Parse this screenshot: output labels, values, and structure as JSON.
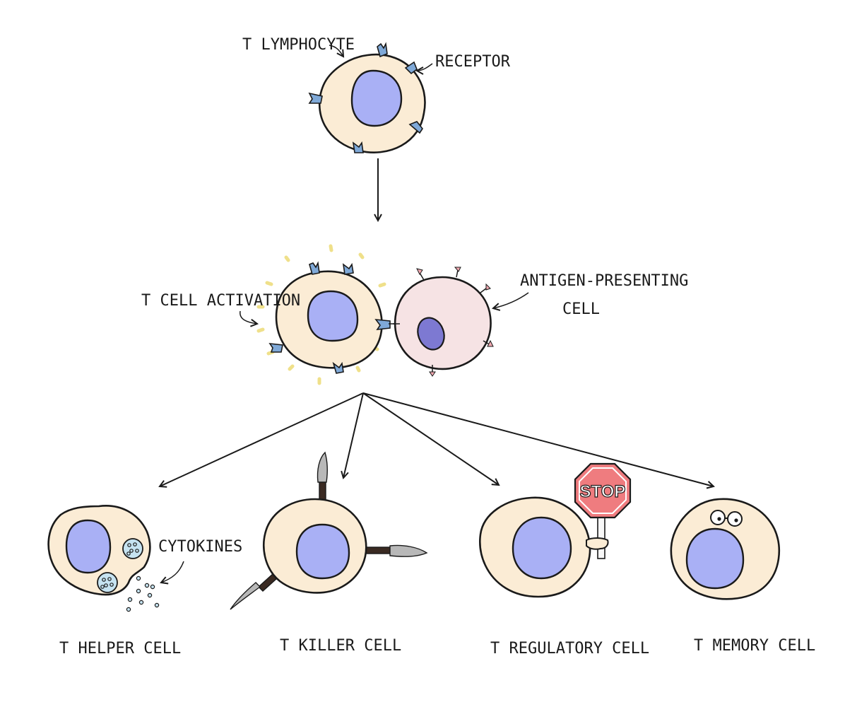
{
  "labels": {
    "t_lymphocyte": "T LYMPHOCYTE",
    "receptor": "RECEPTOR",
    "t_cell_activation": "T CELL ACTIVATION",
    "apc_line1": "ANTIGEN-PRESENTING",
    "apc_line2": "CELL",
    "cytokines": "CYTOKINES",
    "stop": "STOP",
    "t_helper": "T HELPER CELL",
    "t_killer": "T KILLER CELL",
    "t_regulatory": "T REGULATORY CELL",
    "t_memory": "T MEMORY CELL"
  },
  "colors": {
    "cell_fill": "#fbecd5",
    "nucleus_fill": "#a9b0f5",
    "receptor_fill": "#7fa9d8",
    "apc_fill": "#f6e3e4",
    "apc_nucleus_fill": "#7d79d2",
    "stop_sign_fill": "#ef7c7f",
    "activation_glow": "#efe08a",
    "cytokine_dot_fill": "#c6e3f1"
  },
  "icons": {
    "killer_weapon": "knife-icon",
    "regulatory_prop": "stop-sign-icon",
    "memory_feature": "glasses-icon"
  }
}
